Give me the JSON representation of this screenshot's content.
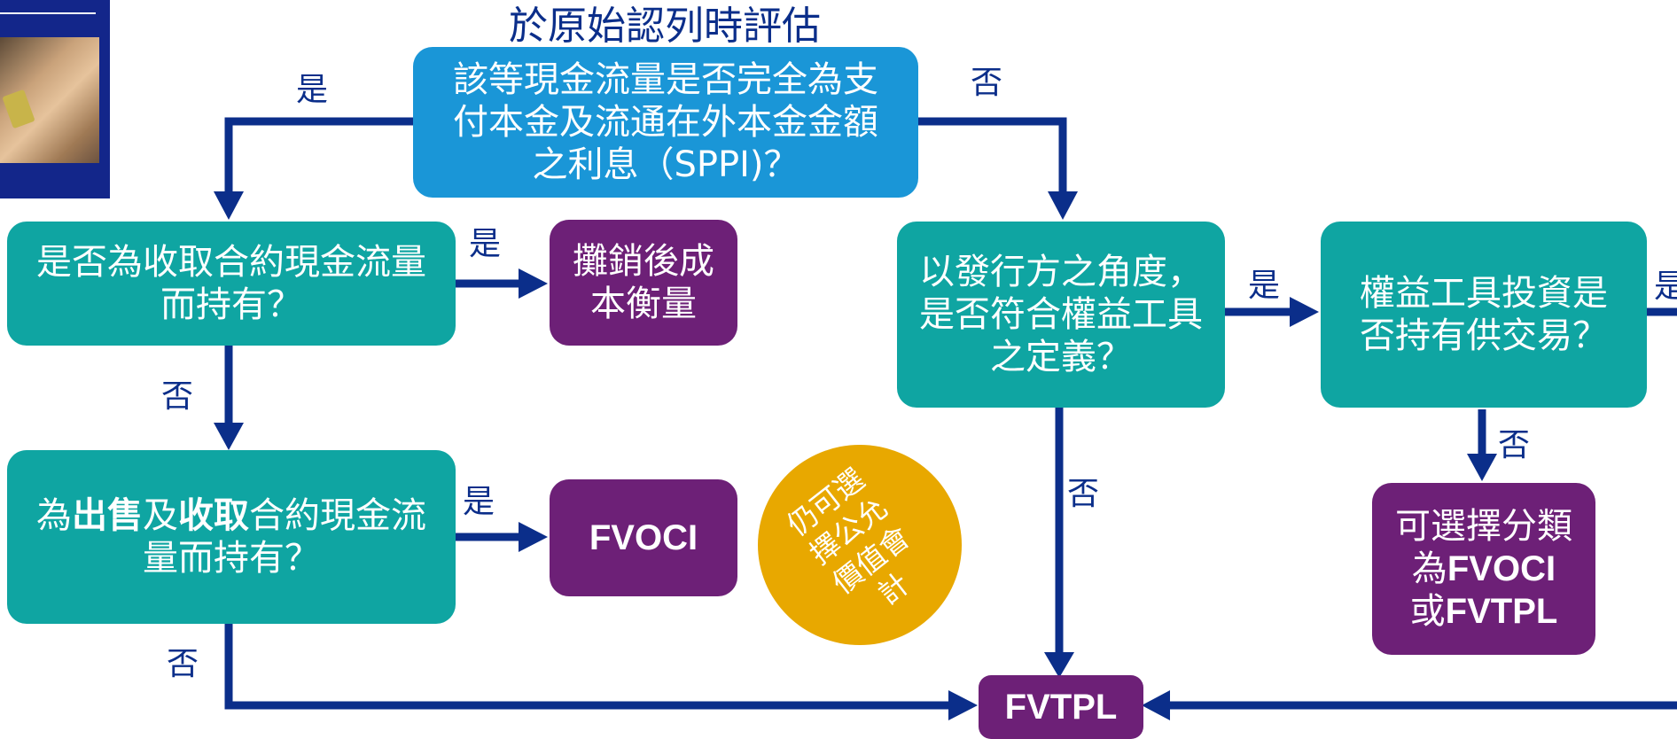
{
  "header_title": "於原始認列時評估",
  "nodes": {
    "sppi": "該等現金流量是否完全為支付本金及流通在外本金金額之利息（SPPI)？",
    "hold_collect": "是否為收取合約現金流量而持有？",
    "amortized_cost": "攤銷後成本衡量",
    "sell_collect": {
      "pre": "為",
      "b1": "出售",
      "mid": "及",
      "b2": "收取",
      "post": "合約現金流量而持有？"
    },
    "fvoci": "FVOCI",
    "fair_value_option": "仍可選擇公允價值會計",
    "equity_def": "以發行方之角度，是否符合權益工具之定義？",
    "held_trading": "權益工具投資是否持有供交易？",
    "option_class": {
      "line1": "可選擇分類",
      "line2_pre": "為",
      "line2_b": "FVOCI",
      "line3_pre": "或",
      "line3_b": "FVTPL"
    },
    "fvtpl": "FVTPL"
  },
  "labels": {
    "yes": "是",
    "no": "否",
    "partial_yes": "是"
  },
  "colors": {
    "blue_box": "#1a96d7",
    "teal_box": "#0fa5a2",
    "purple_box": "#6d2077",
    "gold_circle": "#e8a800",
    "arrow": "#0b2e8a",
    "logo_bg": "#13268a"
  }
}
